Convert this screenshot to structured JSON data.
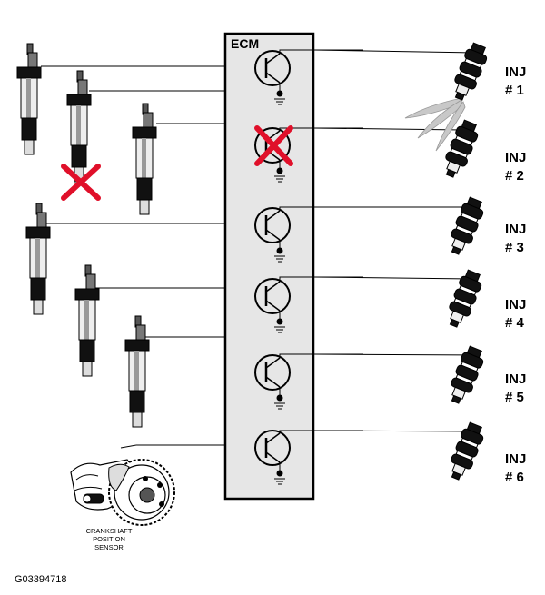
{
  "ecm": {
    "label": "ECM"
  },
  "injectors": [
    {
      "line1": "INJ",
      "line2": "# 1"
    },
    {
      "line1": "INJ",
      "line2": "# 2"
    },
    {
      "line1": "INJ",
      "line2": "# 3"
    },
    {
      "line1": "INJ",
      "line2": "# 4"
    },
    {
      "line1": "INJ",
      "line2": "# 5"
    },
    {
      "line1": "INJ",
      "line2": "# 6"
    }
  ],
  "sensor": {
    "line1": "CRANKSHAFT",
    "line2": "POSITION",
    "line3": "SENSOR"
  },
  "figure_code": "G03394718",
  "colors": {
    "fault_mark": "#e0102a",
    "ecm_fill": "#e6e6e6",
    "ink": "#000000",
    "spray": "#c8c8c8"
  }
}
